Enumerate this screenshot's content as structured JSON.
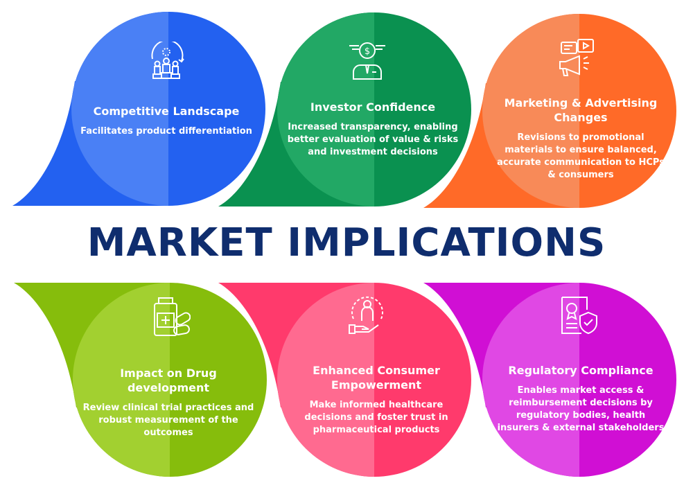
{
  "title": "MARKET IMPLICATIONS",
  "cards": [
    {
      "heading": "Competitive Landscape",
      "text": "Facilitates product differentiation",
      "icon": "podium-icon",
      "color": "#2361f0",
      "light": "#4a80f5"
    },
    {
      "heading": "Investor Confidence",
      "text": "Increased transparency, enabling better evaluation of value & risks and investment decisions",
      "icon": "investor-icon",
      "color": "#0a9150",
      "light": "#22a865"
    },
    {
      "heading": "Marketing & Advertising Changes",
      "text": "Revisions to promotional materials to ensure balanced, accurate communication to HCPs & consumers",
      "icon": "megaphone-icon",
      "color": "#ff6a28",
      "light": "#f88a58"
    },
    {
      "heading": "Impact on Drug development",
      "text": "Review clinical trial practices and robust measurement of the outcomes",
      "icon": "medicine-icon",
      "color": "#86bd0c",
      "light": "#a2d030"
    },
    {
      "heading": "Enhanced Consumer Empowerment",
      "text": "Make informed healthcare decisions and foster trust in pharmaceutical products",
      "icon": "empowerment-icon",
      "color": "#ff3a6c",
      "light": "#ff6a90"
    },
    {
      "heading": "Regulatory Compliance",
      "text": "Enables market access & reimbursement decisions by regulatory bodies, health insurers & external stakeholders",
      "icon": "certificate-shield-icon",
      "color": "#d00fd4",
      "light": "#e048e4"
    }
  ]
}
